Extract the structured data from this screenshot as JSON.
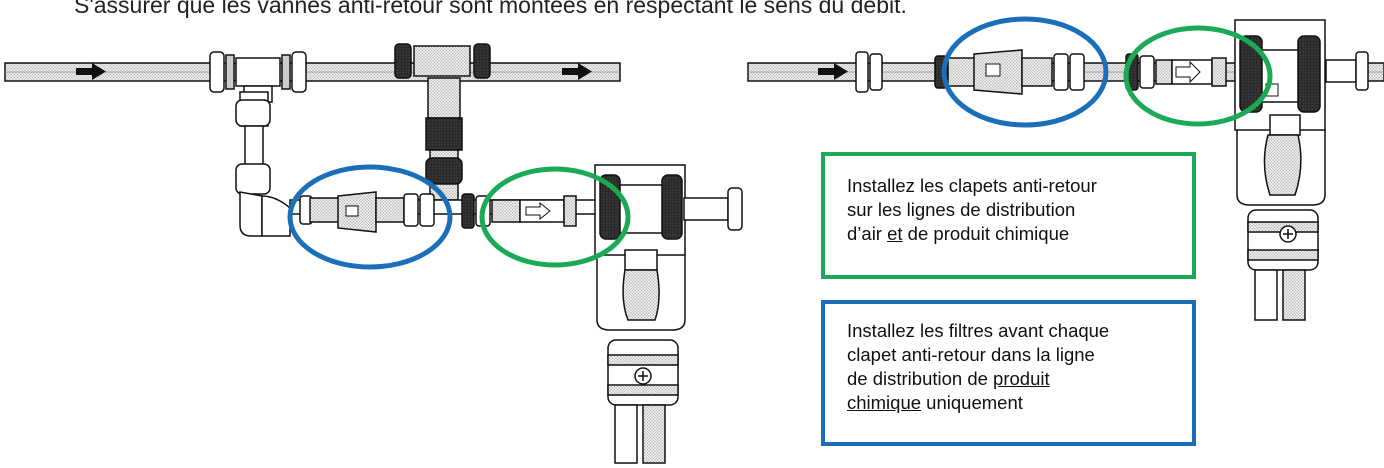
{
  "header": {
    "text": "S'assurer que les vannes anti-retour sont montées en respectant le sens du débit."
  },
  "notes": {
    "green": {
      "line1": "Installez les clapets anti-retour",
      "line2": "sur les lignes de distribution",
      "line3_pre": "d’air ",
      "line3_u": "et",
      "line3_post": " de produit chimique"
    },
    "blue": {
      "line1": "Installez les filtres avant chaque",
      "line2": "clapet anti-retour dans la ligne",
      "line3_pre": "de distribution de ",
      "line3_u": "produit",
      "line4_u": "chimique",
      "line4_post": " uniquement"
    }
  },
  "colors": {
    "green_highlight": "#1aaa55",
    "blue_highlight": "#1a6fb8"
  },
  "icons": [
    "flow-arrow-icon",
    "screw-head-icon"
  ]
}
